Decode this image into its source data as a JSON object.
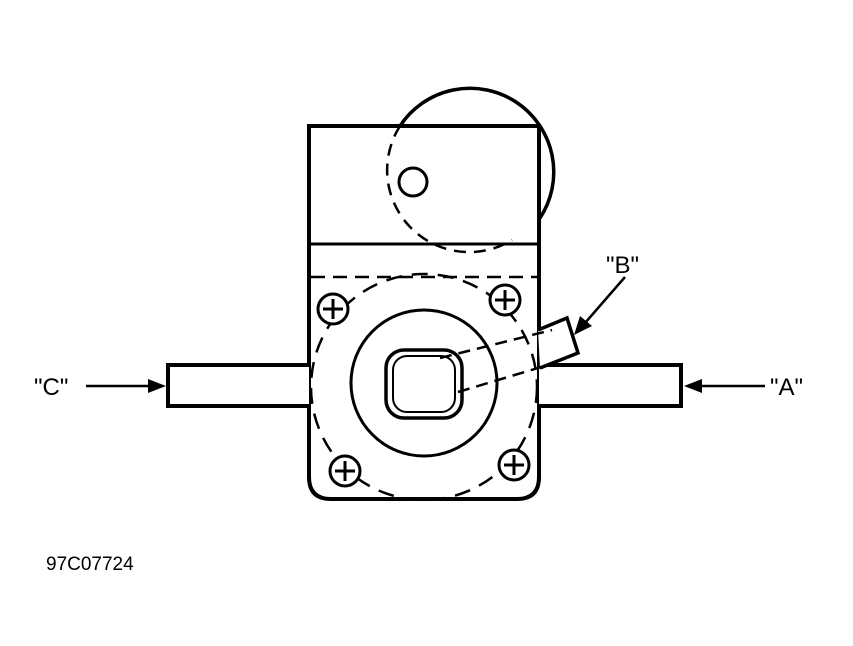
{
  "labels": {
    "a": "\"A\"",
    "b": "\"B\"",
    "c": "\"C\""
  },
  "figure_code": "97C07724",
  "colors": {
    "ink": "#000000",
    "paper": "#ffffff"
  }
}
